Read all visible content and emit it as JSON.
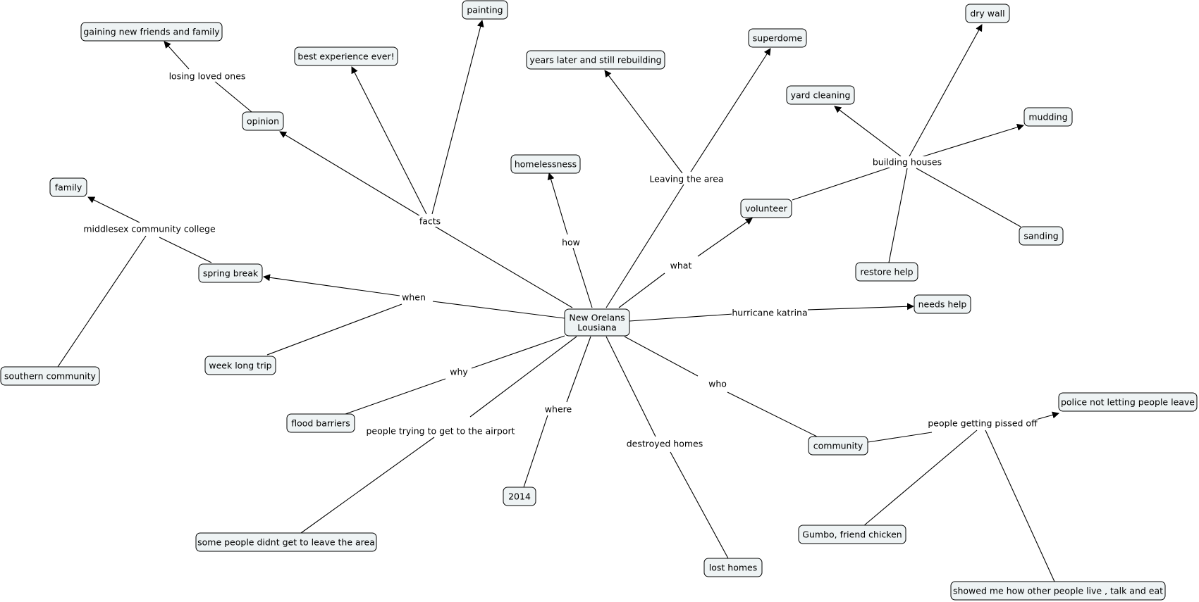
{
  "nodes": {
    "center_line1": "New Orelans",
    "center_line2": "Lousiana",
    "painting": "painting",
    "gaining": "gaining new friends and family",
    "best_exp": "best experience ever!",
    "years_later": "years later and still rebuilding",
    "superdome": "superdome",
    "dry_wall": "dry wall",
    "yard_cleaning": "yard cleaning",
    "mudding": "mudding",
    "opinion": "opinion",
    "homelessness": "homelessness",
    "family": "family",
    "volunteer": "volunteer",
    "sanding": "sanding",
    "spring_break": "spring break",
    "restore_help": "restore help",
    "needs_help": "needs help",
    "week_long": "week long trip",
    "southern": "southern community",
    "flood_barriers": "flood barriers",
    "police": "police not letting people leave",
    "community": "community",
    "y2014": "2014",
    "gumbo": "Gumbo, friend chicken",
    "some_people": "some people didnt get to leave the area",
    "lost_homes": "lost homes",
    "showed_me": "showed me how other people live , talk and eat"
  },
  "links": {
    "losing": "losing loved ones",
    "facts": "facts",
    "leaving": "Leaving the area",
    "building": "building houses",
    "how": "how",
    "middlesex": "middlesex community college",
    "what": "what",
    "when": "when",
    "hurricane": "hurricane katrina",
    "why": "why",
    "who": "who",
    "where": "where",
    "airport": "people trying to get to the airport",
    "destroyed": "destroyed homes",
    "pissed": "people getting pissed off"
  }
}
